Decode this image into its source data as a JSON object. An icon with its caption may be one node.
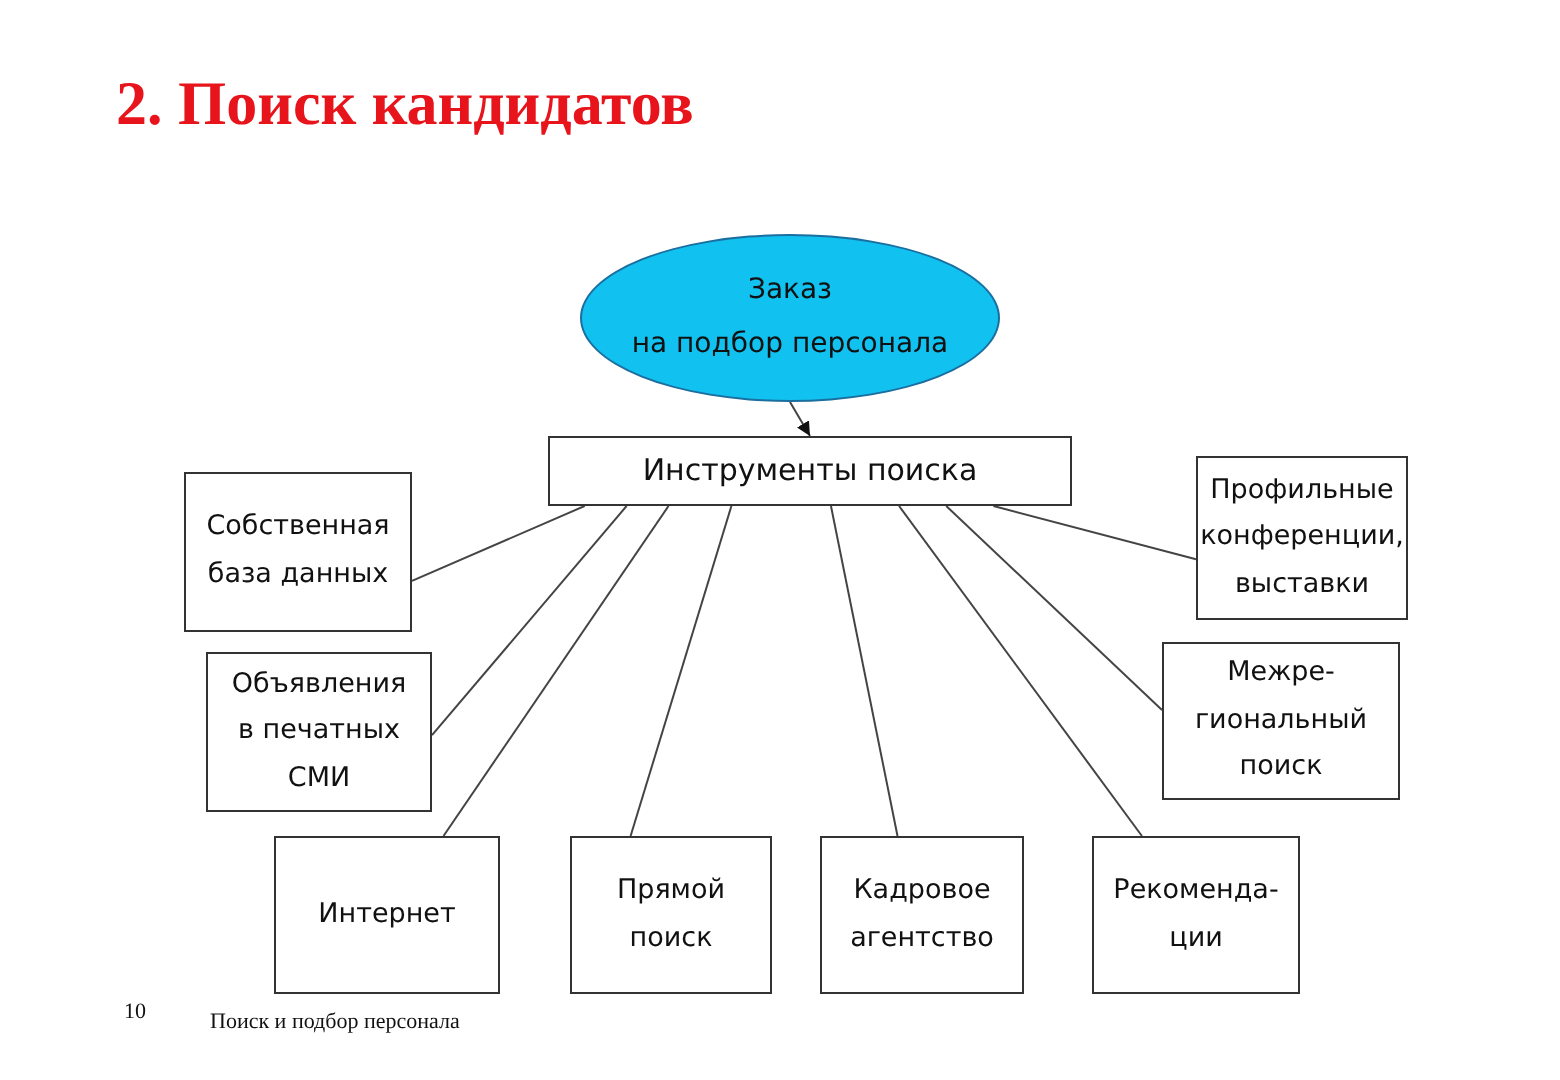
{
  "diagram": {
    "title": "2. Поиск кандидатов",
    "nodes": [
      {
        "text": [
          "Заказ",
          "на подбор персонала"
        ]
      },
      {
        "text": [
          "Инструменты поиска"
        ]
      },
      {
        "text": [
          "Собственная база данных"
        ]
      },
      {
        "text": [
          "Объявления в печатных СМИ"
        ]
      },
      {
        "text": [
          "Интернет"
        ]
      },
      {
        "text": [
          "Прямой поиск"
        ]
      },
      {
        "text": [
          "Кадровое агентство"
        ]
      },
      {
        "text": [
          "Рекоменда- ции"
        ]
      },
      {
        "text": [
          "Межре- гиональный поиск"
        ]
      },
      {
        "text": [
          "Профильные конференции, выставки"
        ]
      }
    ],
    "edges": [
      {
        "from": 0,
        "to": 1,
        "arrow": "to"
      },
      {
        "from": 1,
        "to": 2,
        "arrow": "none"
      },
      {
        "from": 1,
        "to": 3,
        "arrow": "none"
      },
      {
        "from": 1,
        "to": 4,
        "arrow": "none"
      },
      {
        "from": 1,
        "to": 5,
        "arrow": "none"
      },
      {
        "from": 1,
        "to": 6,
        "arrow": "none"
      },
      {
        "from": 1,
        "to": 7,
        "arrow": "none"
      },
      {
        "from": 1,
        "to": 8,
        "arrow": "none"
      },
      {
        "from": 1,
        "to": 9,
        "arrow": "none"
      }
    ],
    "labels": [
      "10",
      "Поиск и подбор персонала"
    ]
  }
}
